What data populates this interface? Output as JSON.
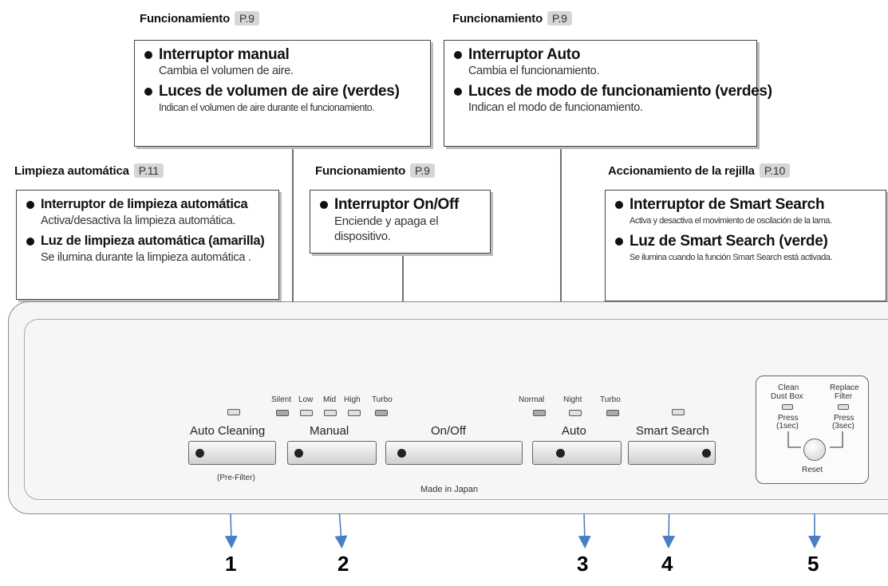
{
  "sections": {
    "manual": {
      "title": "Funcionamiento",
      "page_ref": "P.9",
      "items": [
        {
          "head": "Interruptor manual",
          "desc": "Cambia el volumen de aire."
        },
        {
          "head": "Luces de volumen de aire (verdes)",
          "desc": "Indican el volumen de aire durante el funcionamiento."
        }
      ]
    },
    "auto": {
      "title": "Funcionamiento",
      "page_ref": "P.9",
      "items": [
        {
          "head": "Interruptor Auto",
          "desc": "Cambia el funcionamiento."
        },
        {
          "head": "Luces de modo de funcionamiento (verdes)",
          "desc": "Indican el modo de funcionamiento."
        }
      ]
    },
    "cleaning": {
      "title": "Limpieza automática",
      "page_ref": "P.11",
      "items": [
        {
          "head": "Interruptor de limpieza automática",
          "desc": "Activa/desactiva la limpieza automática."
        },
        {
          "head": "Luz de limpieza automática (amarilla)",
          "desc": "Se ilumina durante la limpieza automática ."
        }
      ]
    },
    "onoff": {
      "title": "Funcionamiento",
      "page_ref": "P.9",
      "items": [
        {
          "head": "Interruptor On/Off",
          "desc_line1": "Enciende y apaga el",
          "desc_line2": "dispositivo."
        }
      ]
    },
    "louver": {
      "title": "Accionamiento de la rejilla",
      "page_ref": "P.10",
      "items": [
        {
          "head": "Interruptor de Smart Search",
          "desc": "Activa y desactiva el movimiento de oscilación de la lama."
        },
        {
          "head": "Luz de Smart Search (verde)",
          "desc": "Se ilumina cuando la función Smart Search está activada."
        }
      ]
    }
  },
  "panel": {
    "buttons": {
      "auto_cleaning": "Auto Cleaning",
      "pre_filter": "(Pre-Filter)",
      "manual": "Manual",
      "onoff": "On/Off",
      "auto": "Auto",
      "smart_search": "Smart Search"
    },
    "fan_speeds": [
      "Silent",
      "Low",
      "Mid",
      "High",
      "Turbo"
    ],
    "modes": [
      "Normal",
      "Night",
      "Turbo"
    ],
    "made_in": "Made in Japan",
    "reset": {
      "clean_line1": "Clean",
      "clean_line2": "Dust Box",
      "replace_line1": "Replace",
      "replace_line2": "Filter",
      "press": "Press",
      "press_1sec": "(1sec)",
      "press_3sec": "(3sec)",
      "reset_label": "Reset"
    }
  },
  "markers": [
    "1",
    "2",
    "3",
    "4",
    "5"
  ],
  "colors": {
    "arrow": "#4a7ec4",
    "line": "#333333"
  }
}
